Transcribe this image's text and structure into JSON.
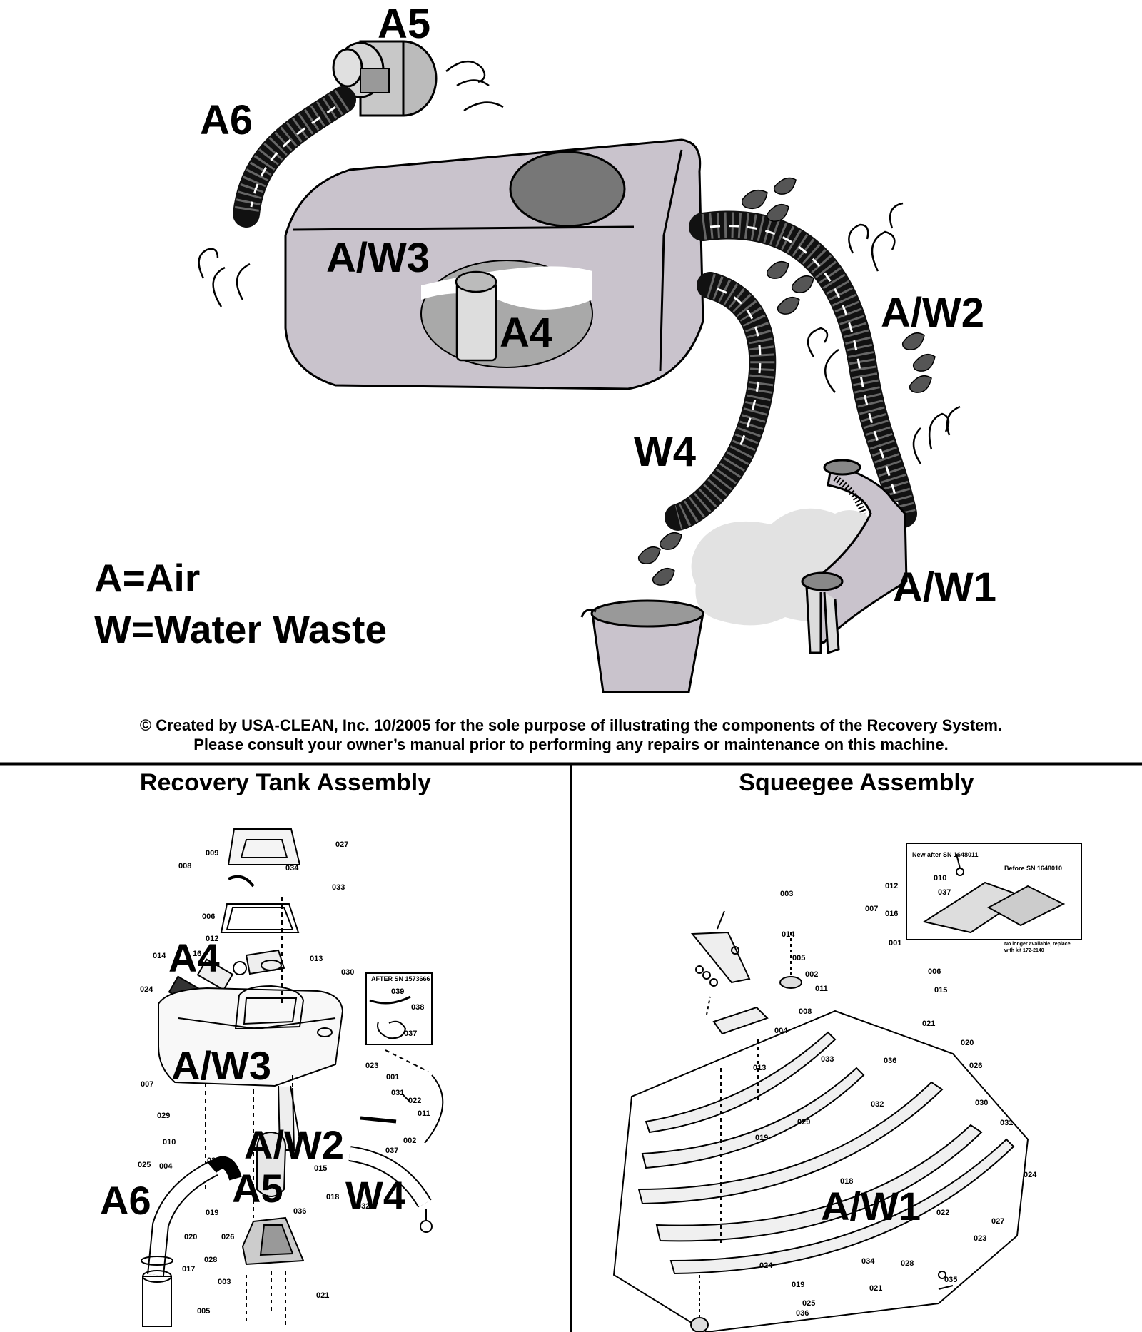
{
  "diagram": {
    "labels": {
      "a5": "A5",
      "a6": "A6",
      "aw3": "A/W3",
      "a4": "A4",
      "aw2": "A/W2",
      "w4": "W4",
      "aw1": "A/W1"
    },
    "legend": {
      "air": "A=Air",
      "water": "W=Water Waste"
    },
    "credit": {
      "line1": "© Created by USA-CLEAN, Inc. 10/2005 for the sole purpose of illustrating the components of the Recovery System.",
      "line2": "Please consult your owner’s manual prior to performing any repairs or maintenance on this machine."
    }
  },
  "recovery_panel": {
    "title": "Recovery Tank Assembly",
    "overlays": {
      "a4": "A4",
      "aw3": "A/W3",
      "aw2": "A/W2",
      "a5": "A5",
      "a6": "A6",
      "w4": "W4"
    },
    "inset_title": "AFTER SN 1573666",
    "parts": {
      "p027": "027",
      "p009": "009",
      "p008": "008",
      "p034": "034",
      "p033": "033",
      "p006": "006",
      "p012": "012",
      "p013": "013",
      "p014": "014",
      "p016": "16",
      "p030": "030",
      "p024": "024",
      "p039": "039",
      "p038": "038",
      "p037a": "037",
      "p023": "023",
      "p001": "001",
      "p031": "031",
      "p022": "022",
      "p011": "011",
      "p007": "007",
      "p029": "029",
      "p010": "010",
      "p037b": "037",
      "p002": "002",
      "p025": "025",
      "p004": "004",
      "p035": "035",
      "p015": "015",
      "p018": "018",
      "p019": "019",
      "p036": "036",
      "p032": "032",
      "p026": "026",
      "p020": "020",
      "p028": "028",
      "p017": "017",
      "p003": "003",
      "p005": "005",
      "p021": "021"
    }
  },
  "squeegee_panel": {
    "title": "Squeegee Assembly",
    "overlay": "A/W1",
    "inset": {
      "new_label": "New after SN 1648011",
      "before_label": "Before SN 1648010",
      "note_line1": "No longer available, replace",
      "note_line2": "with kit 172-2140"
    },
    "parts": {
      "i010": "010",
      "i037": "037",
      "p003": "003",
      "p012": "012",
      "p007": "007",
      "p016": "016",
      "p014": "014",
      "p001": "001",
      "p005": "005",
      "p002": "002",
      "p006": "006",
      "p011": "011",
      "p015": "015",
      "p008": "008",
      "p004": "004",
      "p021a": "021",
      "p020": "020",
      "p013": "013",
      "p033": "033",
      "p036a": "036",
      "p026": "026",
      "p030": "030",
      "p032": "032",
      "p029": "029",
      "p031": "031",
      "p019a": "019",
      "p024a": "024",
      "p018": "018",
      "p027": "027",
      "p022": "022",
      "p023": "023",
      "p024b": "024",
      "p034": "034",
      "p028": "028",
      "p019b": "019",
      "p035": "035",
      "p021b": "021",
      "p025": "025",
      "p036b": "036"
    }
  }
}
